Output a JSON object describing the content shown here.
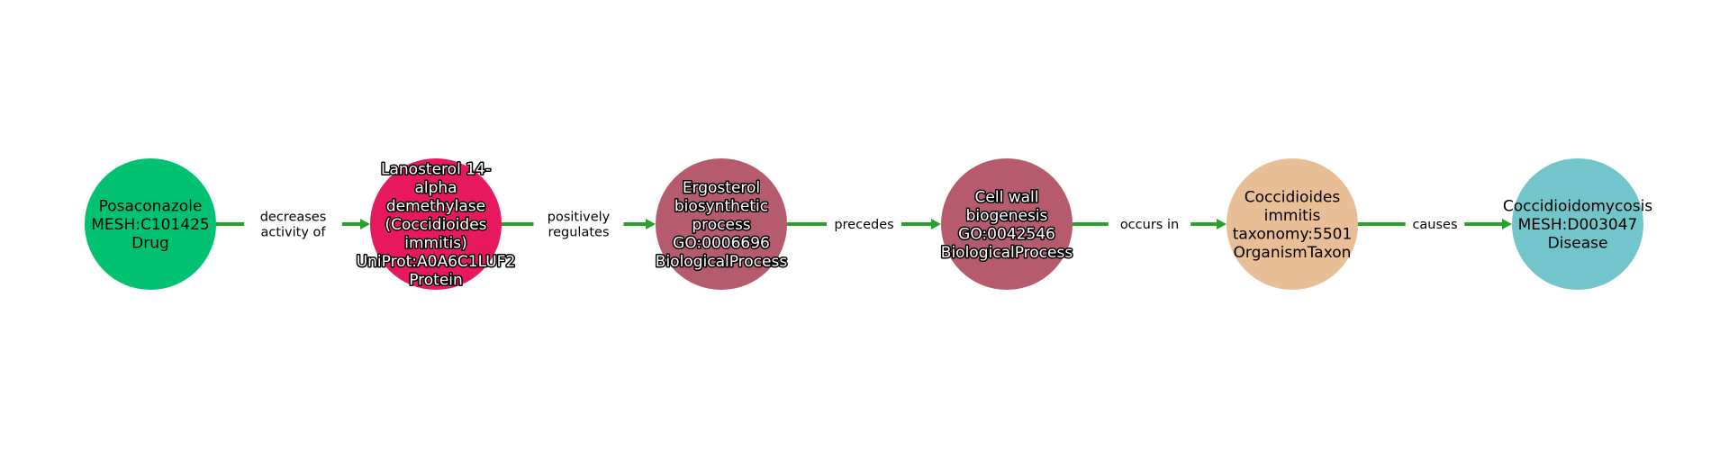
{
  "colors": {
    "edge": "#2ca02c",
    "background": "#ffffff"
  },
  "nodes": [
    {
      "lines": [
        "Posaconazole",
        "MESH:C101425",
        "Drug"
      ],
      "color": "#00c271",
      "outlined": false
    },
    {
      "lines": [
        "Lanosterol 14-",
        "alpha",
        "demethylase",
        "(Coccidioides",
        "immitis)",
        "UniProt:A0A6C1LUF2",
        "Protein"
      ],
      "color": "#e8185f",
      "outlined": true
    },
    {
      "lines": [
        "Ergosterol",
        "biosynthetic",
        "process",
        "GO:0006696",
        "BiologicalProcess"
      ],
      "color": "#b65a6e",
      "outlined": true
    },
    {
      "lines": [
        "Cell wall",
        "biogenesis",
        "GO:0042546",
        "BiologicalProcess"
      ],
      "color": "#b65a6e",
      "outlined": true
    },
    {
      "lines": [
        "Coccidioides",
        "immitis",
        "taxonomy:5501",
        "OrganismTaxon"
      ],
      "color": "#e8be96",
      "outlined": false
    },
    {
      "lines": [
        "Coccidioidomycosis",
        "MESH:D003047",
        "Disease"
      ],
      "color": "#72c5ca",
      "outlined": false
    }
  ],
  "edges": [
    {
      "from": 0,
      "to": 1,
      "lines": [
        "decreases",
        "activity of"
      ]
    },
    {
      "from": 1,
      "to": 2,
      "lines": [
        "positively",
        "regulates"
      ]
    },
    {
      "from": 2,
      "to": 3,
      "lines": [
        "precedes"
      ]
    },
    {
      "from": 3,
      "to": 4,
      "lines": [
        "occurs in"
      ]
    },
    {
      "from": 4,
      "to": 5,
      "lines": [
        "causes"
      ]
    }
  ]
}
